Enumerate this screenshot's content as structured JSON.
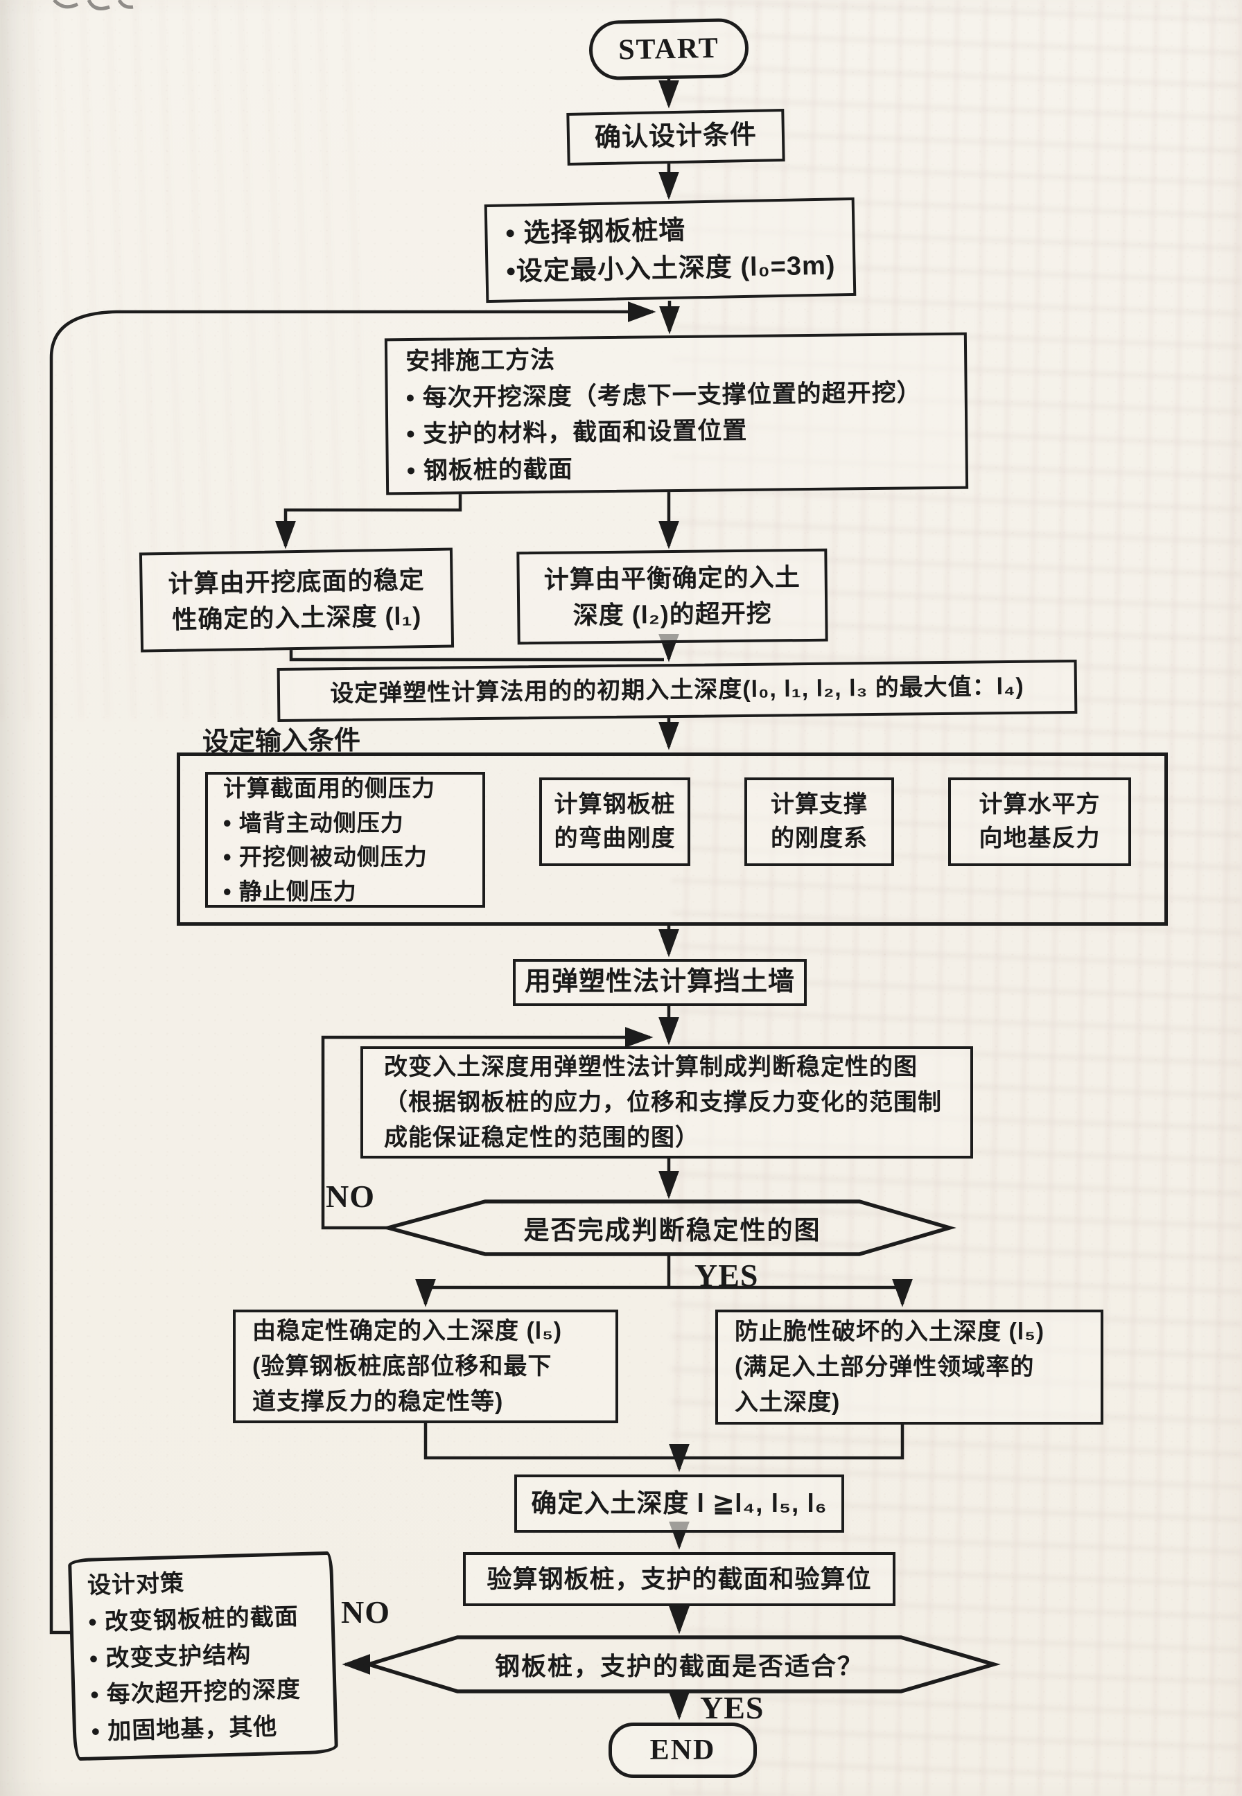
{
  "colors": {
    "ink": "#1c1c1c",
    "paper": "#f4f0e9"
  },
  "flowchart": {
    "terminals": {
      "start": "START",
      "end": "END"
    },
    "decision_labels": {
      "yes": "YES",
      "no": "NO"
    },
    "nodes": {
      "confirm": {
        "text": "确认设计条件"
      },
      "select": {
        "lines": [
          "• 选择钢板桩墙",
          "•设定最小入土深度 (l₀=3m)"
        ]
      },
      "method": {
        "title": "安排施工方法",
        "bullets": [
          "• 每次开挖深度（考虑下一支撑位置的超开挖）",
          "• 支护的材料，截面和设置位置",
          "• 钢板桩的截面"
        ]
      },
      "depth_l1": {
        "lines": [
          "计算由开挖底面的稳定",
          "性确定的入土深度 (l₁)"
        ]
      },
      "depth_l2": {
        "lines": [
          "计算由平衡确定的入土",
          "深度 (l₂)的超开挖"
        ]
      },
      "initial_depth": {
        "text": "设定弹塑性计算法用的的初期入土深度(l₀, l₁, l₂, l₃ 的最大值：l₄)"
      },
      "input_label": {
        "text": "设定输入条件"
      },
      "side_pressure": {
        "title": "计算截面用的侧压力",
        "bullets": [
          "• 墙背主动侧压力",
          "• 开挖侧被动侧压力",
          "• 静止侧压力"
        ]
      },
      "bending": {
        "lines": [
          "计算钢板桩",
          "的弯曲刚度"
        ]
      },
      "support_stiffness": {
        "lines": [
          "计算支撑",
          "的刚度系"
        ]
      },
      "subgrade_reaction": {
        "lines": [
          "计算水平方",
          "向地基反力"
        ]
      },
      "elastoplastic_calc": {
        "text": "用弹塑性法计算挡土墙"
      },
      "stability_diagram": {
        "lines": [
          "改变入土深度用弹塑性法计算制成判断稳定性的图",
          "（根据钢板桩的应力，位移和支撑反力变化的范围制",
          "成能保证稳定性的范围的图）"
        ]
      },
      "diagram_done": {
        "text": "是否完成判断稳定性的图"
      },
      "depth_l5": {
        "lines": [
          "由稳定性确定的入土深度 (l₅)",
          "(验算钢板桩底部位移和最下",
          "道支撑反力的稳定性等)"
        ]
      },
      "depth_l6": {
        "lines": [
          "防止脆性破坏的入土深度 (l₅)",
          "(满足入土部分弹性领域率的",
          "入土深度)"
        ]
      },
      "final_depth": {
        "text": "确定入土深度 l ≧l₄, l₅, l₆"
      },
      "verify": {
        "text": "验算钢板桩，支护的截面和验算位"
      },
      "section_ok": {
        "text": "钢板桩，支护的截面是否适合？"
      },
      "countermeasures": {
        "title": "设计对策",
        "bullets": [
          "• 改变钢板桩的截面",
          "• 改变支护结构",
          "• 每次超开挖的深度",
          "• 加固地基，其他"
        ]
      }
    }
  }
}
